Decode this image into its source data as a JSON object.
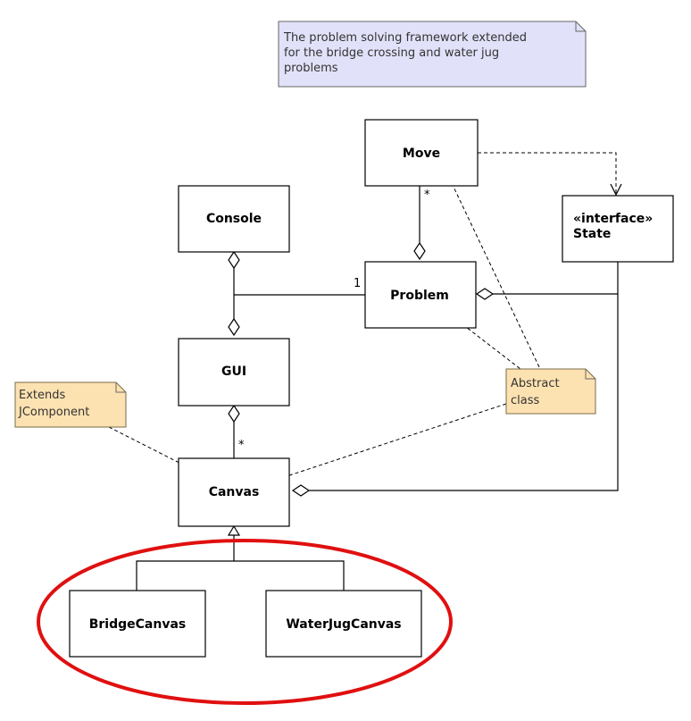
{
  "title_note": {
    "lines": [
      "The problem solving framework extended",
      "for the bridge crossing and water jug",
      "problems"
    ]
  },
  "classes": {
    "move": "Move",
    "state_stereotype": "«interface»",
    "state": "State",
    "console": "Console",
    "problem": "Problem",
    "gui": "GUI",
    "canvas": "Canvas",
    "bridge_canvas": "BridgeCanvas",
    "water_jug_canvas": "WaterJugCanvas"
  },
  "notes": {
    "extends": [
      "Extends",
      "JComponent"
    ],
    "abstract": [
      "Abstract",
      "class"
    ]
  },
  "multiplicities": {
    "move_problem": "*",
    "console_problem": "1",
    "gui_canvas": "*"
  },
  "colors": {
    "title_note_fill": "#e1e1f9",
    "yellow_note_fill": "#fde2b1",
    "highlight_ellipse": "#e01010"
  }
}
